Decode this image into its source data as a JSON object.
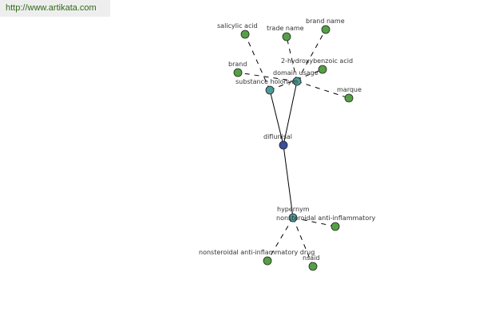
{
  "site": {
    "url": "http://www.artikata.com"
  },
  "colors": {
    "leaf": "#55a045",
    "relation": "#4a9a99",
    "center": "#3b4d9e"
  },
  "graph": {
    "center": {
      "id": "c",
      "label": "diflunisal",
      "kind": "center"
    },
    "relations": [
      {
        "id": "r1",
        "label": "substance holonym",
        "kind": "relation"
      },
      {
        "id": "r2",
        "label": "domain usage",
        "kind": "relation"
      },
      {
        "id": "r3",
        "label": "hypernym",
        "kind": "relation"
      }
    ],
    "leaves": [
      {
        "id": "l1",
        "label": "salicylic acid",
        "parent": "r1"
      },
      {
        "id": "l2",
        "label": "trade name",
        "parent": "r2"
      },
      {
        "id": "l3",
        "label": "brand name",
        "parent": "r2"
      },
      {
        "id": "l4",
        "label": "2-hydroxybenzoic acid",
        "parent": "r1"
      },
      {
        "id": "l5",
        "label": "brand",
        "parent": "r2"
      },
      {
        "id": "l6",
        "label": "marque",
        "parent": "r2"
      },
      {
        "id": "l7",
        "label": "nonsteroidal anti-inflammatory",
        "parent": "r3"
      },
      {
        "id": "l8",
        "label": "nonsteroidal anti-inflammatory drug",
        "parent": "r3"
      },
      {
        "id": "l9",
        "label": "nsaid",
        "parent": "r3"
      }
    ]
  }
}
